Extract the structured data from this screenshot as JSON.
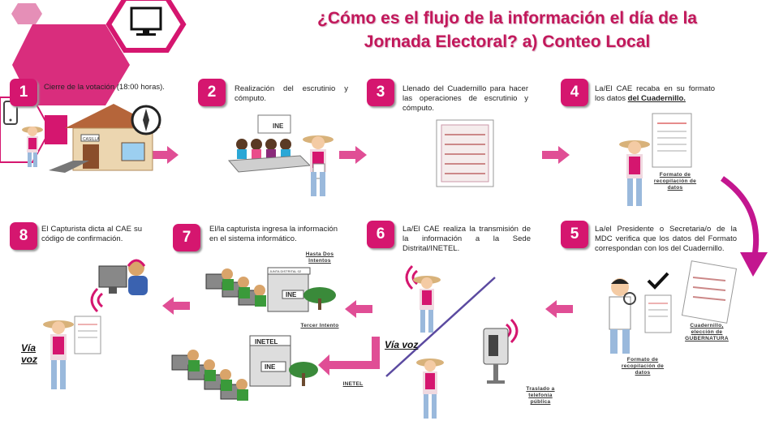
{
  "title": {
    "line1": "¿Cómo es el flujo de la información el día de la",
    "line2": "Jornada Electoral? a) Conteo Local"
  },
  "steps": [
    {
      "number": "1",
      "text": "Cierre de la votación (18:00 horas)."
    },
    {
      "number": "2",
      "text": "Realización del escrutinio y cómputo."
    },
    {
      "number": "3",
      "text": "Llenado del Cuadernillo para hacer las operaciones de escrutinio y cómputo."
    },
    {
      "number": "4",
      "text_a": "La/El CAE recaba en su formato los datos ",
      "text_b": "del Cuadernillo."
    },
    {
      "number": "5",
      "text": "La/el Presidente o Secretaria/o de la MDC verifica que los datos del Formato correspondan con los del Cuadernillo."
    },
    {
      "number": "6",
      "text": "La/El CAE realiza la transmisión de la información a la Sede Distrital/INETEL."
    },
    {
      "number": "7",
      "text": "El/la capturista ingresa la información en el sistema informático."
    },
    {
      "number": "8",
      "text": "El Capturista dicta al CAE su código de confirmación."
    }
  ],
  "labels": {
    "formato_recopilacion_1": "Formato de recopilación de datos",
    "formato_recopilacion_2": "Formato de recopilación de datos",
    "cuadernillo": "Cuadernillo, elección de GUBERNATURA",
    "hasta_dos": "Hasta Dos Intentos",
    "tercer_intento": "Tercer Intento",
    "inetel": "INETEL",
    "traslado": "Traslado a telefonía pública",
    "via_voz_1": "Vía voz",
    "via_voz_2": "Vía voz",
    "casilla": "CASILLA",
    "ine": "INE",
    "junta": "JUNTA DISTRITAL 02",
    "inetel_sign": "INETEL"
  },
  "colors": {
    "accent": "#d5166f",
    "title": "#c2185b",
    "arrow": "#e04e95",
    "curve": "#c3168f"
  }
}
